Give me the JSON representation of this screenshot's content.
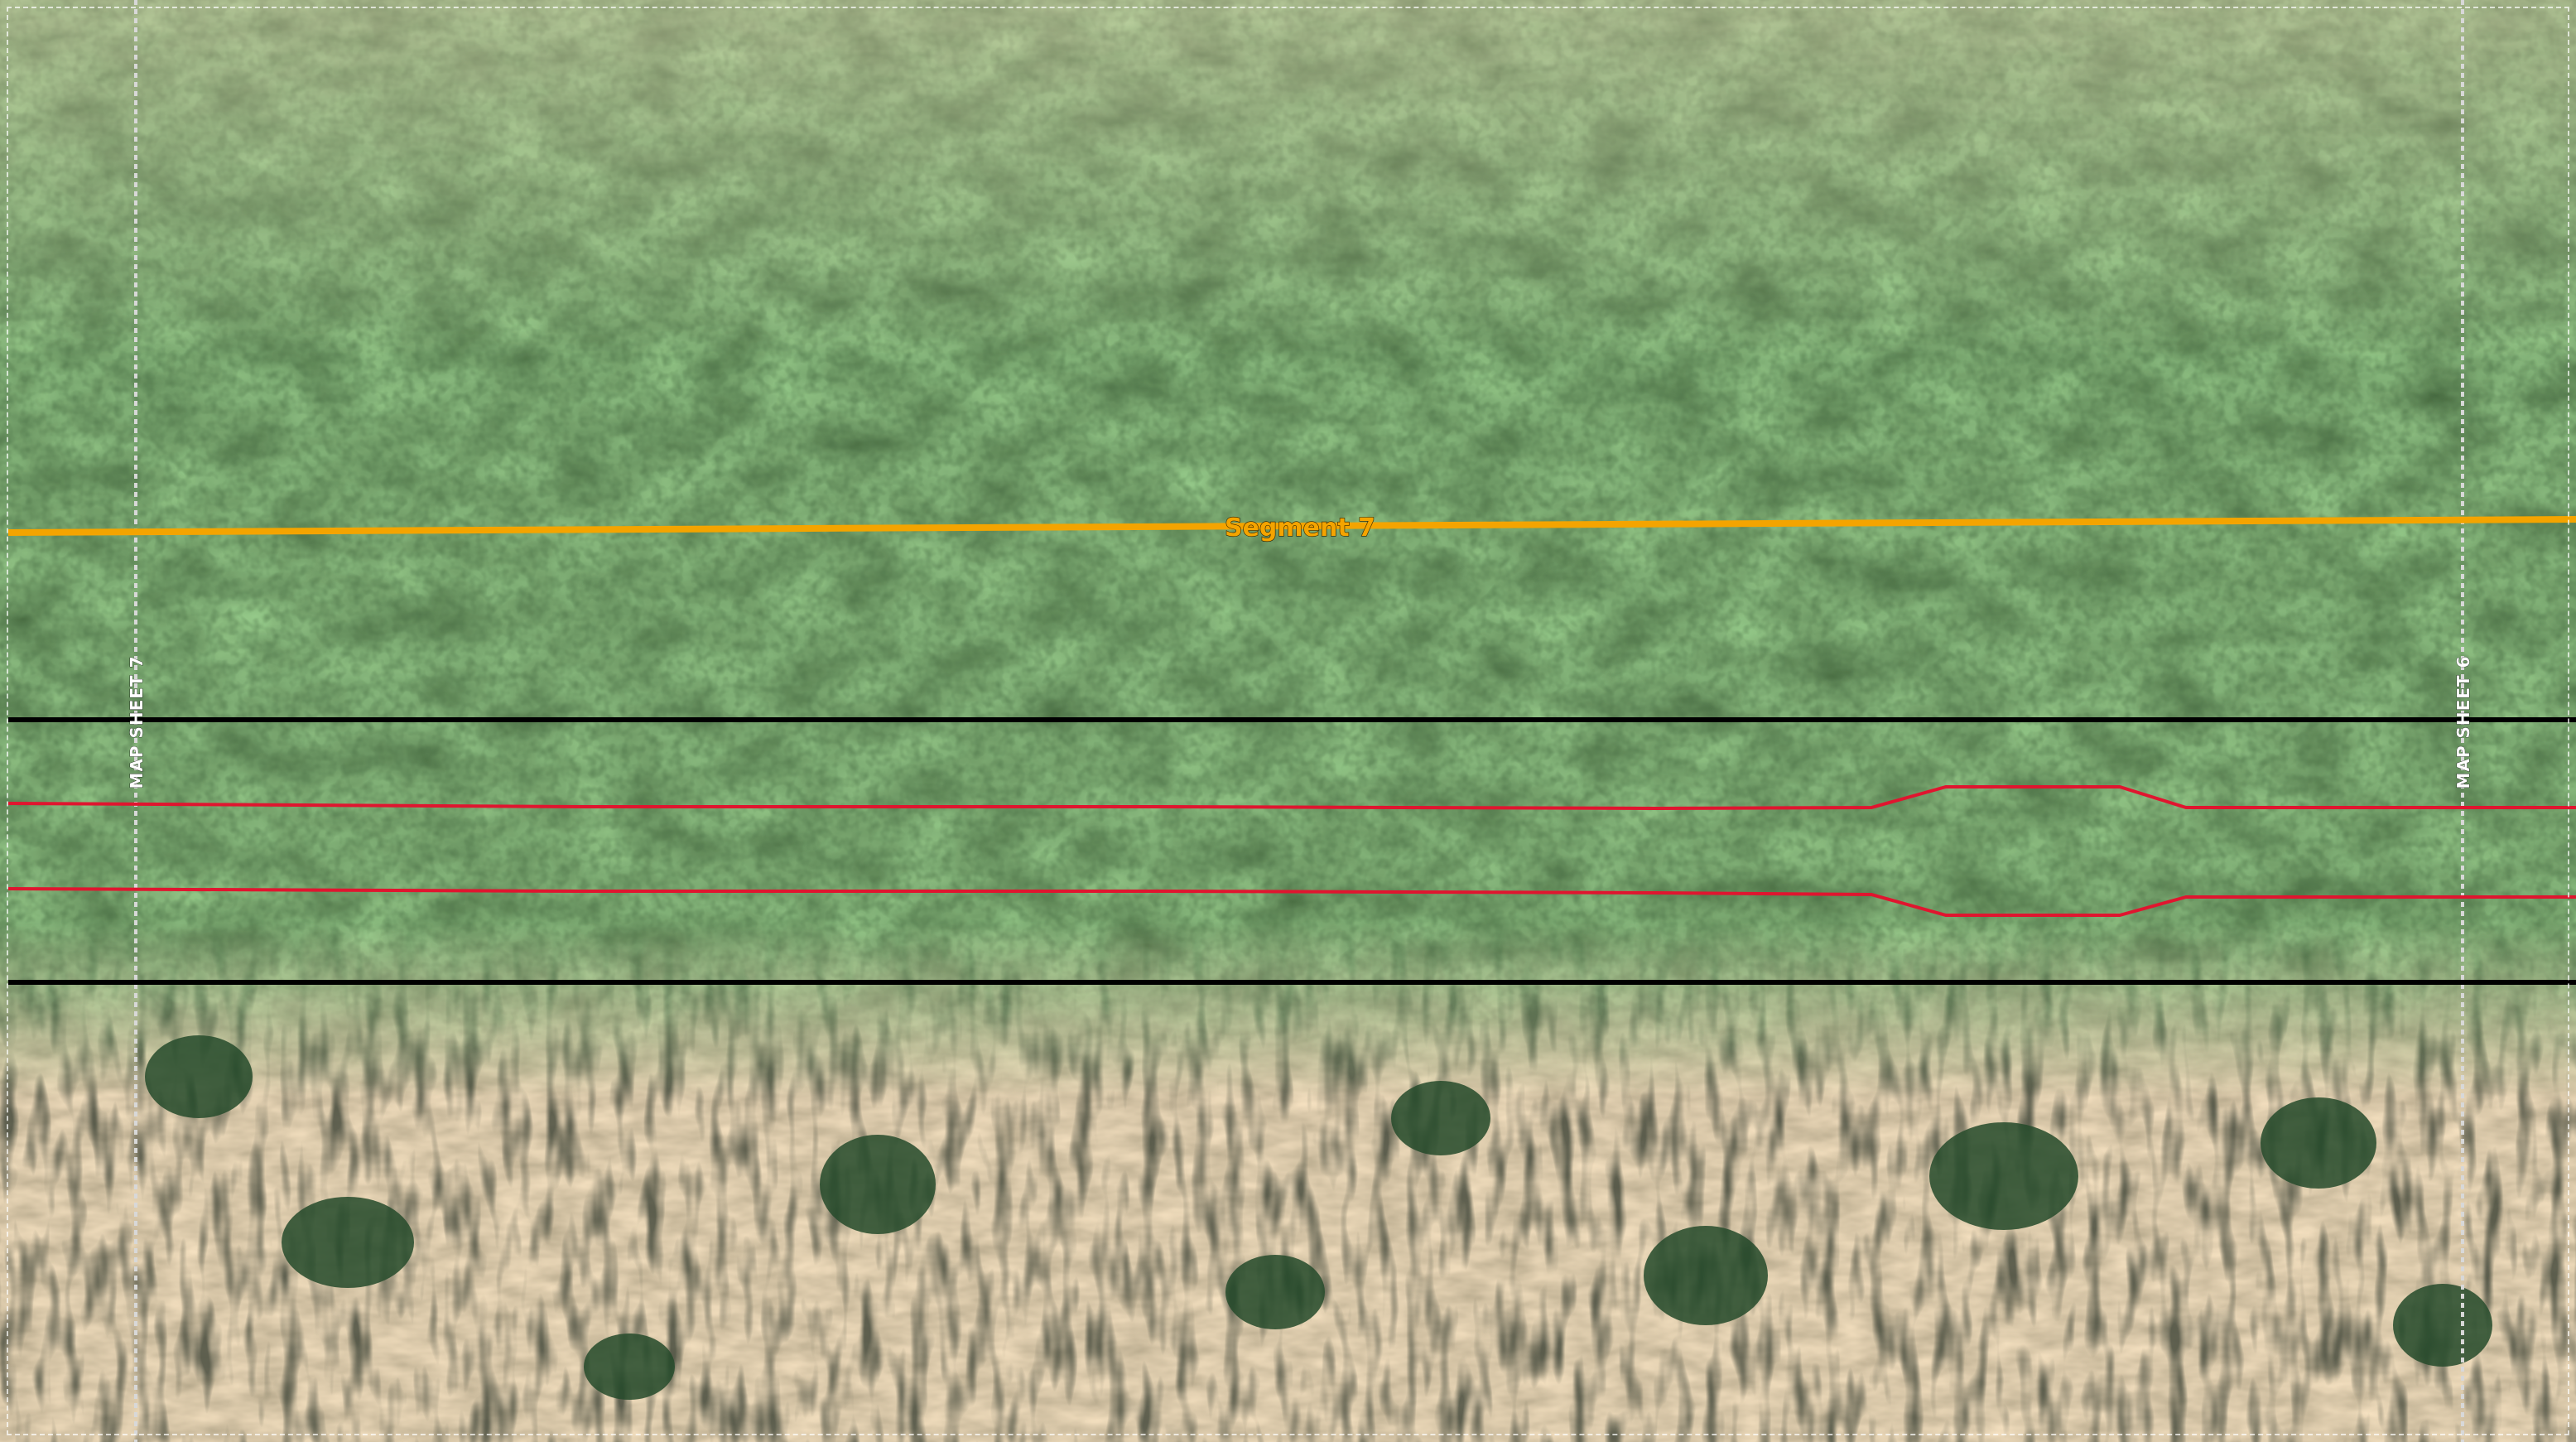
{
  "map": {
    "segment_label": "Segment 7",
    "sheet_label_left": "MAP SHEET 7",
    "sheet_label_right": "MAP SHEET 6",
    "colors": {
      "segment_line": "#f4a400",
      "segment_text": "#f4a400",
      "boundary_line": "#000000",
      "corridor_line": "#e0152f",
      "sheet_line": "#d8d8d8",
      "forest_dark": "#1f3a23",
      "forest_mid": "#3a6b35",
      "ground_light": "#b9a27a",
      "ground_dark": "#6a5a3f"
    }
  }
}
